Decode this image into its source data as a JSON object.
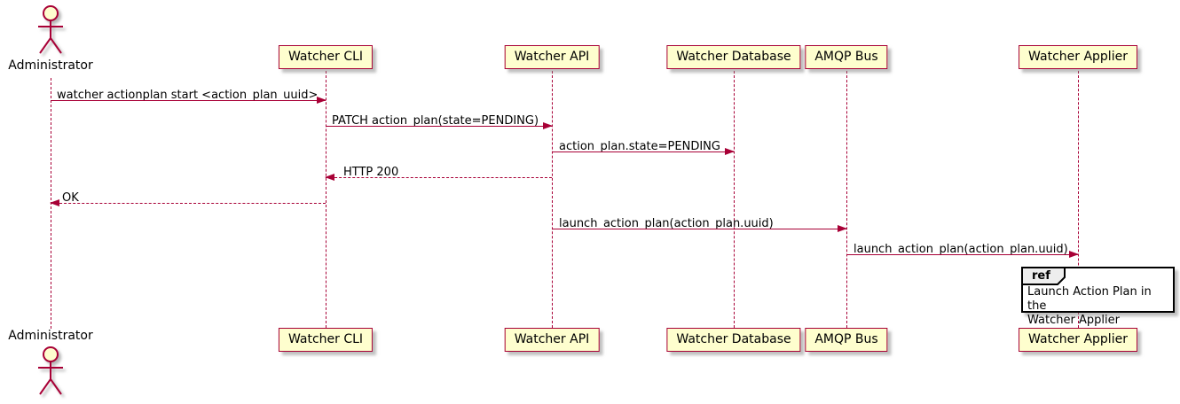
{
  "diagram": {
    "type": "sequence",
    "actor": {
      "name": "Administrator"
    },
    "participants": [
      {
        "id": "watcher-cli",
        "label": "Watcher CLI"
      },
      {
        "id": "watcher-api",
        "label": "Watcher API"
      },
      {
        "id": "watcher-database",
        "label": "Watcher Database"
      },
      {
        "id": "amqp-bus",
        "label": "AMQP Bus"
      },
      {
        "id": "watcher-applier",
        "label": "Watcher Applier"
      }
    ],
    "messages": [
      {
        "from": "Administrator",
        "to": "Watcher CLI",
        "text": "watcher actionplan start <action_plan_uuid>",
        "line": "solid",
        "direction": "right"
      },
      {
        "from": "Watcher CLI",
        "to": "Watcher API",
        "text": "PATCH action_plan(state=PENDING)",
        "line": "solid",
        "direction": "right"
      },
      {
        "from": "Watcher API",
        "to": "Watcher Database",
        "text": "action_plan.state=PENDING",
        "line": "solid",
        "direction": "right"
      },
      {
        "from": "Watcher API",
        "to": "Watcher CLI",
        "text": "HTTP 200",
        "line": "dashed",
        "direction": "left"
      },
      {
        "from": "Watcher CLI",
        "to": "Administrator",
        "text": "OK",
        "line": "dashed",
        "direction": "left"
      },
      {
        "from": "Watcher API",
        "to": "AMQP Bus",
        "text": "launch_action_plan(action_plan.uuid)",
        "line": "solid",
        "direction": "right"
      },
      {
        "from": "AMQP Bus",
        "to": "Watcher Applier",
        "text": "launch_action_plan(action_plan.uuid)",
        "line": "solid",
        "direction": "right"
      }
    ],
    "ref": {
      "keyword": "ref",
      "over": "Watcher Applier",
      "line1": "Launch Action Plan in the",
      "line2": "Watcher Applier"
    },
    "colors": {
      "stroke": "#A80036",
      "fill": "#FEFECE",
      "refborder": "#000000",
      "reffill": "#EEEEEE",
      "ink": "#000000"
    }
  }
}
